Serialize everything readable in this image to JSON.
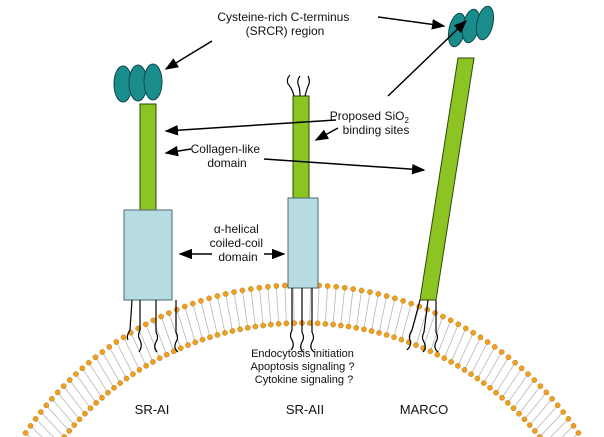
{
  "labels": {
    "srcr_line1": "Cysteine-rich C-terminus",
    "srcr_line2": "(SRCR) region",
    "sio2_line1": "Proposed SiO",
    "sio2_sub": "2",
    "sio2_line2": "binding sites",
    "collagen_line1": "Collagen-like",
    "collagen_line2": "domain",
    "helix_line1": "α-helical",
    "helix_line2": "coiled-coil",
    "helix_line3": "domain",
    "signal_line1": "Endocytosis initiation",
    "signal_line2": "Apoptosis signaling ?",
    "signal_line3": "Cytokine signaling ?"
  },
  "receptors": {
    "sr_ai": "SR-AI",
    "sr_aii": "SR-AII",
    "marco": "MARCO"
  },
  "colors": {
    "srcr_domain": "#1a8c8c",
    "collagen_domain": "#8cc424",
    "helical_domain": "#b6dbe0",
    "lipid_head": "#f0a020",
    "lipid_tail": "#b8b8b8",
    "arrow": "#000000"
  }
}
